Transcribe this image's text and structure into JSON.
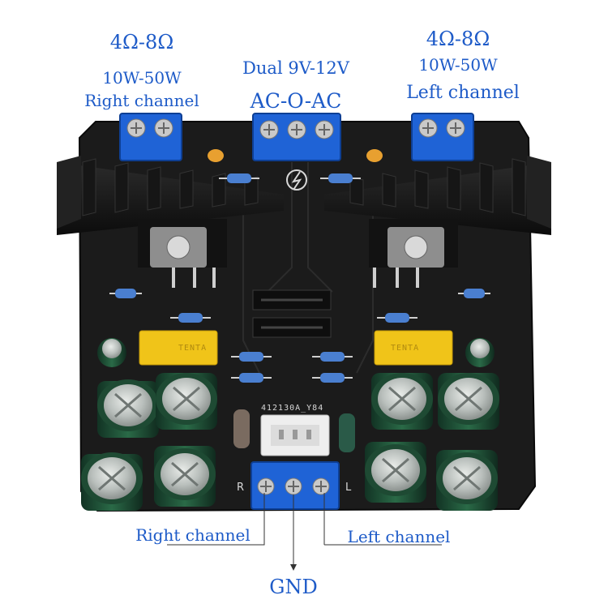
{
  "labels": {
    "right_impedance": "4Ω-8Ω",
    "right_power": "10W-50W",
    "right_channel_top": "Right channel",
    "power_voltage": "Dual 9V-12V",
    "power_type": "AC-O-AC",
    "left_impedance": "4Ω-8Ω",
    "left_power": "10W-50W",
    "left_channel_top": "Left channel",
    "right_channel_bottom": "Right channel",
    "left_channel_bottom": "Left channel",
    "ground": "GND"
  },
  "board": {
    "model_marking": "412130A_Y84",
    "input_r_marking": "R",
    "input_l_marking": "L",
    "capacitor_brand": "TENTA"
  },
  "colors": {
    "label_blue": "#1e5bc8",
    "pcb_black": "#1b1b1b",
    "terminal_blue": "#1f63d6",
    "capacitor_green": "#1f4a33",
    "film_cap_yellow": "#f0c419"
  }
}
